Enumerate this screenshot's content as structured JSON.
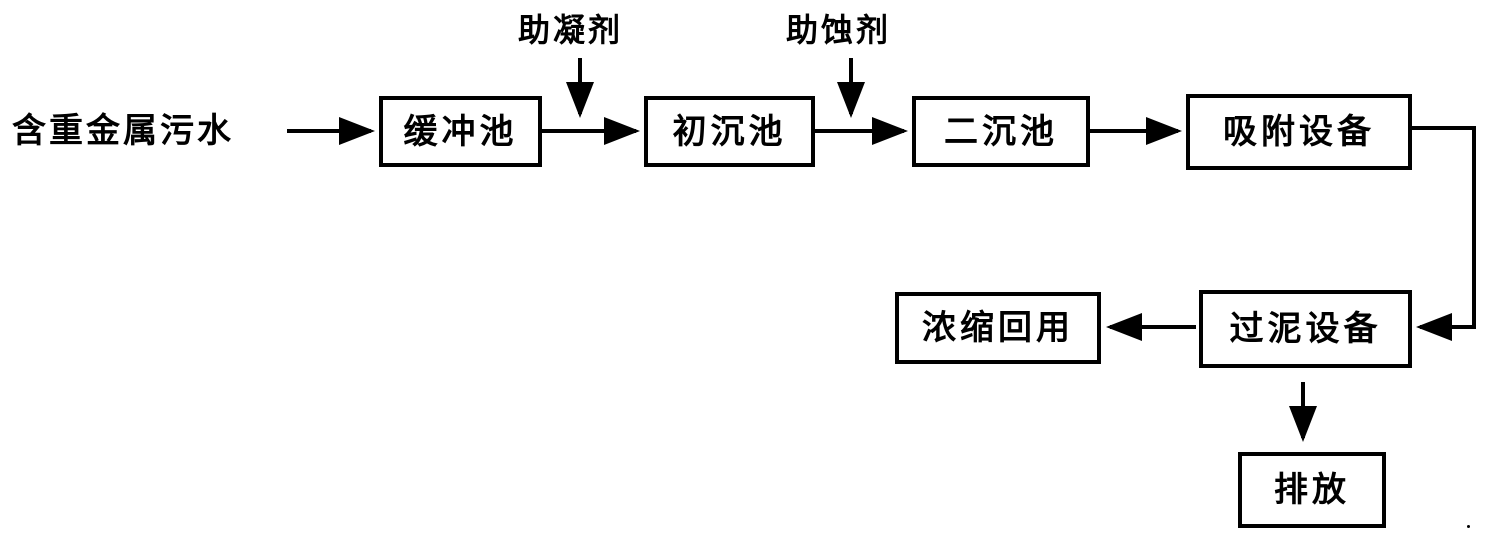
{
  "diagram": {
    "source": "含重金属污水",
    "additives": {
      "coagulant": "助凝剂",
      "second": "助蚀剂"
    },
    "nodes": {
      "buffer": "缓冲池",
      "primary": "初沉池",
      "secondary": "二沉池",
      "adsorption": "吸附设备",
      "sludge_filter": "过泥设备",
      "reuse": "浓缩回用",
      "discharge": "排放"
    },
    "line_color": "#000000",
    "background_color": "#ffffff"
  }
}
